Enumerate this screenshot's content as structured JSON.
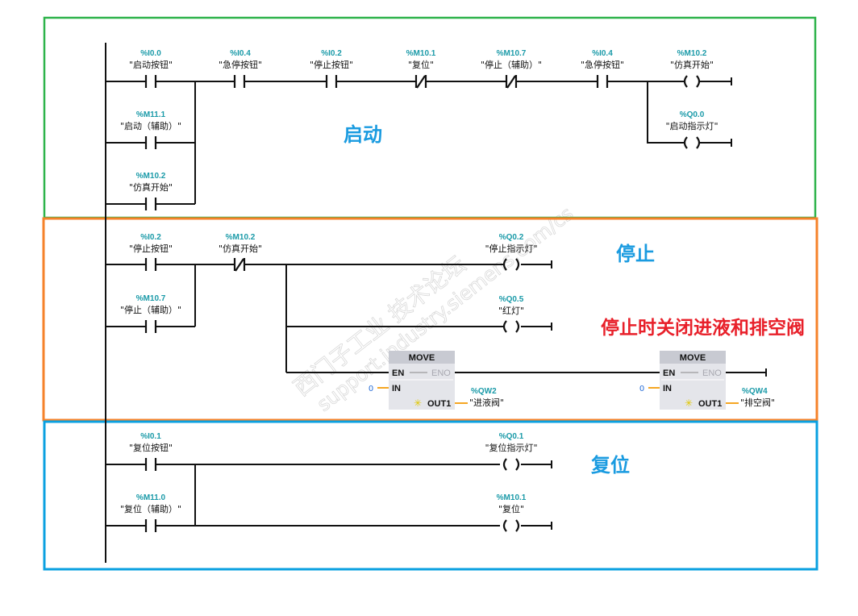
{
  "sections": {
    "start": {
      "label": "启动",
      "color": "#2db34a"
    },
    "stop": {
      "label": "停止",
      "color": "#f5822a",
      "note": "停止时关闭进液和排空阀",
      "note_color": "#e8202a"
    },
    "reset": {
      "label": "复位",
      "color": "#0aa0e0"
    }
  },
  "watermark": {
    "cn": "西门子工业 技术论坛",
    "url": "support.industry.siemens.com/cs"
  },
  "network1": {
    "contacts": [
      {
        "addr": "%I0.0",
        "sym": "\"启动按钮\"",
        "type": "NO"
      },
      {
        "addr": "%M11.1",
        "sym": "\"启动（辅助）\"",
        "type": "NO"
      },
      {
        "addr": "%M10.2",
        "sym": "\"仿真开始\"",
        "type": "NO"
      },
      {
        "addr": "%I0.4",
        "sym": "\"急停按钮\"",
        "type": "NO"
      },
      {
        "addr": "%I0.2",
        "sym": "\"停止按钮\"",
        "type": "NO"
      },
      {
        "addr": "%M10.1",
        "sym": "\"复位\"",
        "type": "NC"
      },
      {
        "addr": "%M10.7",
        "sym": "\"停止（辅助）\"",
        "type": "NC"
      },
      {
        "addr": "%I0.4",
        "sym": "\"急停按钮\"",
        "type": "NO"
      }
    ],
    "coils": [
      {
        "addr": "%M10.2",
        "sym": "\"仿真开始\""
      },
      {
        "addr": "%Q0.0",
        "sym": "\"启动指示灯\""
      }
    ]
  },
  "network2": {
    "contacts": [
      {
        "addr": "%I0.2",
        "sym": "\"停止按钮\"",
        "type": "NO"
      },
      {
        "addr": "%M10.7",
        "sym": "\"停止（辅助）\"",
        "type": "NO"
      },
      {
        "addr": "%M10.2",
        "sym": "\"仿真开始\"",
        "type": "NC"
      }
    ],
    "coils": [
      {
        "addr": "%Q0.2",
        "sym": "\"停止指示灯\""
      },
      {
        "addr": "%Q0.5",
        "sym": "\"红灯\""
      }
    ],
    "moves": [
      {
        "title": "MOVE",
        "en": "EN",
        "eno": "ENO",
        "in_label": "IN",
        "out_label": "OUT1",
        "in_value": "0",
        "out_addr": "%QW2",
        "out_sym": "\"进液阀\""
      },
      {
        "title": "MOVE",
        "en": "EN",
        "eno": "ENO",
        "in_label": "IN",
        "out_label": "OUT1",
        "in_value": "0",
        "out_addr": "%QW4",
        "out_sym": "\"排空阀\""
      }
    ]
  },
  "network3": {
    "contacts": [
      {
        "addr": "%I0.1",
        "sym": "\"复位按钮\"",
        "type": "NO"
      },
      {
        "addr": "%M11.0",
        "sym": "\"复位（辅助）\"",
        "type": "NO"
      }
    ],
    "coils": [
      {
        "addr": "%Q0.1",
        "sym": "\"复位指示灯\""
      },
      {
        "addr": "%M10.1",
        "sym": "\"复位\""
      }
    ]
  }
}
